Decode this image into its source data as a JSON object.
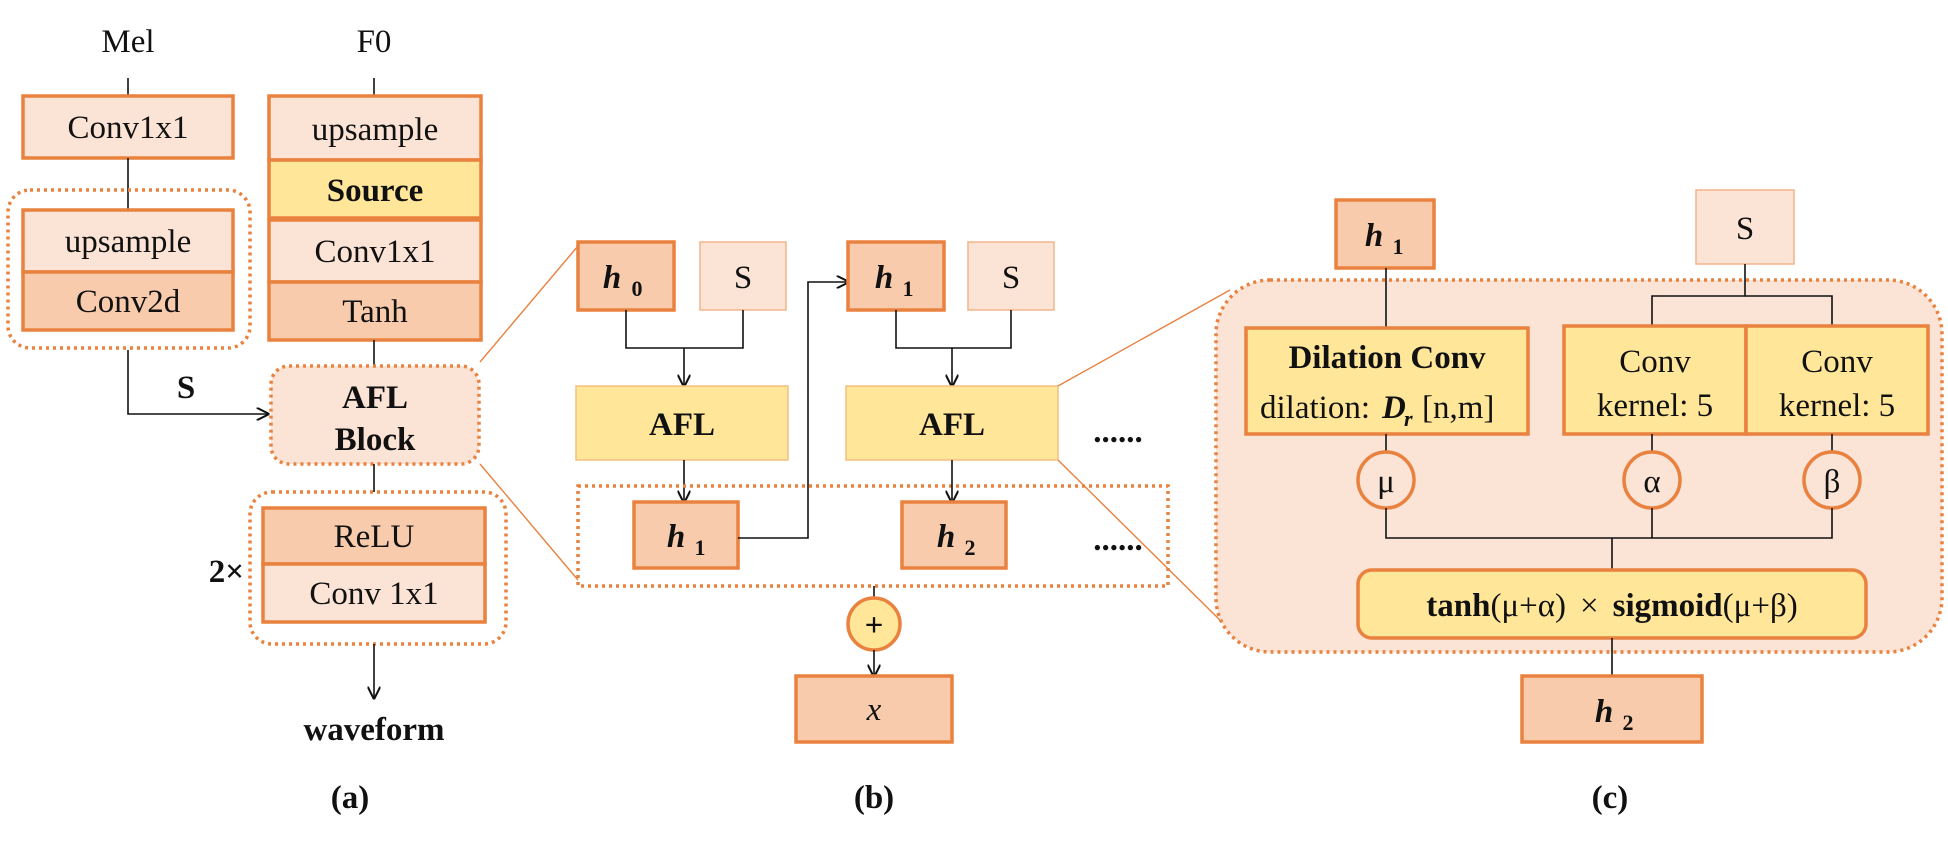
{
  "panel_a": {
    "mel_label": "Mel",
    "f0_label": "F0",
    "mel_conv": "Conv1x1",
    "upsample_left": "upsample",
    "conv2d": "Conv2d",
    "upsample_right": "upsample",
    "source": "Source",
    "conv_right": "Conv1x1",
    "tanh": "Tanh",
    "s_label": "S",
    "afl_block_line1": "AFL",
    "afl_block_line2": "Block",
    "repeat_label": "2×",
    "relu": "ReLU",
    "conv_out": "Conv 1x1",
    "output": "waveform",
    "caption": "(a)"
  },
  "panel_b": {
    "h0": "h",
    "h0_sub": "0",
    "s1": "S",
    "h1_top": "h",
    "h1_top_sub": "1",
    "s2": "S",
    "afl1": "AFL",
    "afl2": "AFL",
    "dots_top": "......",
    "h1_bottom": "h",
    "h1_bottom_sub": "1",
    "h2": "h",
    "h2_sub": "2",
    "dots_bottom": "......",
    "plus": "+",
    "x": "x",
    "caption": "(b)"
  },
  "panel_c": {
    "h1": "h",
    "h1_sub": "1",
    "s": "S",
    "dilation_title": "Dilation Conv",
    "dilation_prefix": "dilation:",
    "dilation_var": "D",
    "dilation_sub": "r",
    "dilation_suffix": "[n,m]",
    "conv1_line1": "Conv",
    "conv1_line2": "kernel: 5",
    "conv2_line1": "Conv",
    "conv2_line2": "kernel: 5",
    "mu": "μ",
    "alpha": "α",
    "beta": "β",
    "formula_tanh": "tanh",
    "formula_arg1": "(μ+α)",
    "formula_times": "×",
    "formula_sigmoid": "sigmoid",
    "formula_arg2": "(μ+β)",
    "h2": "h",
    "h2_sub": "2",
    "caption": "(c)"
  }
}
